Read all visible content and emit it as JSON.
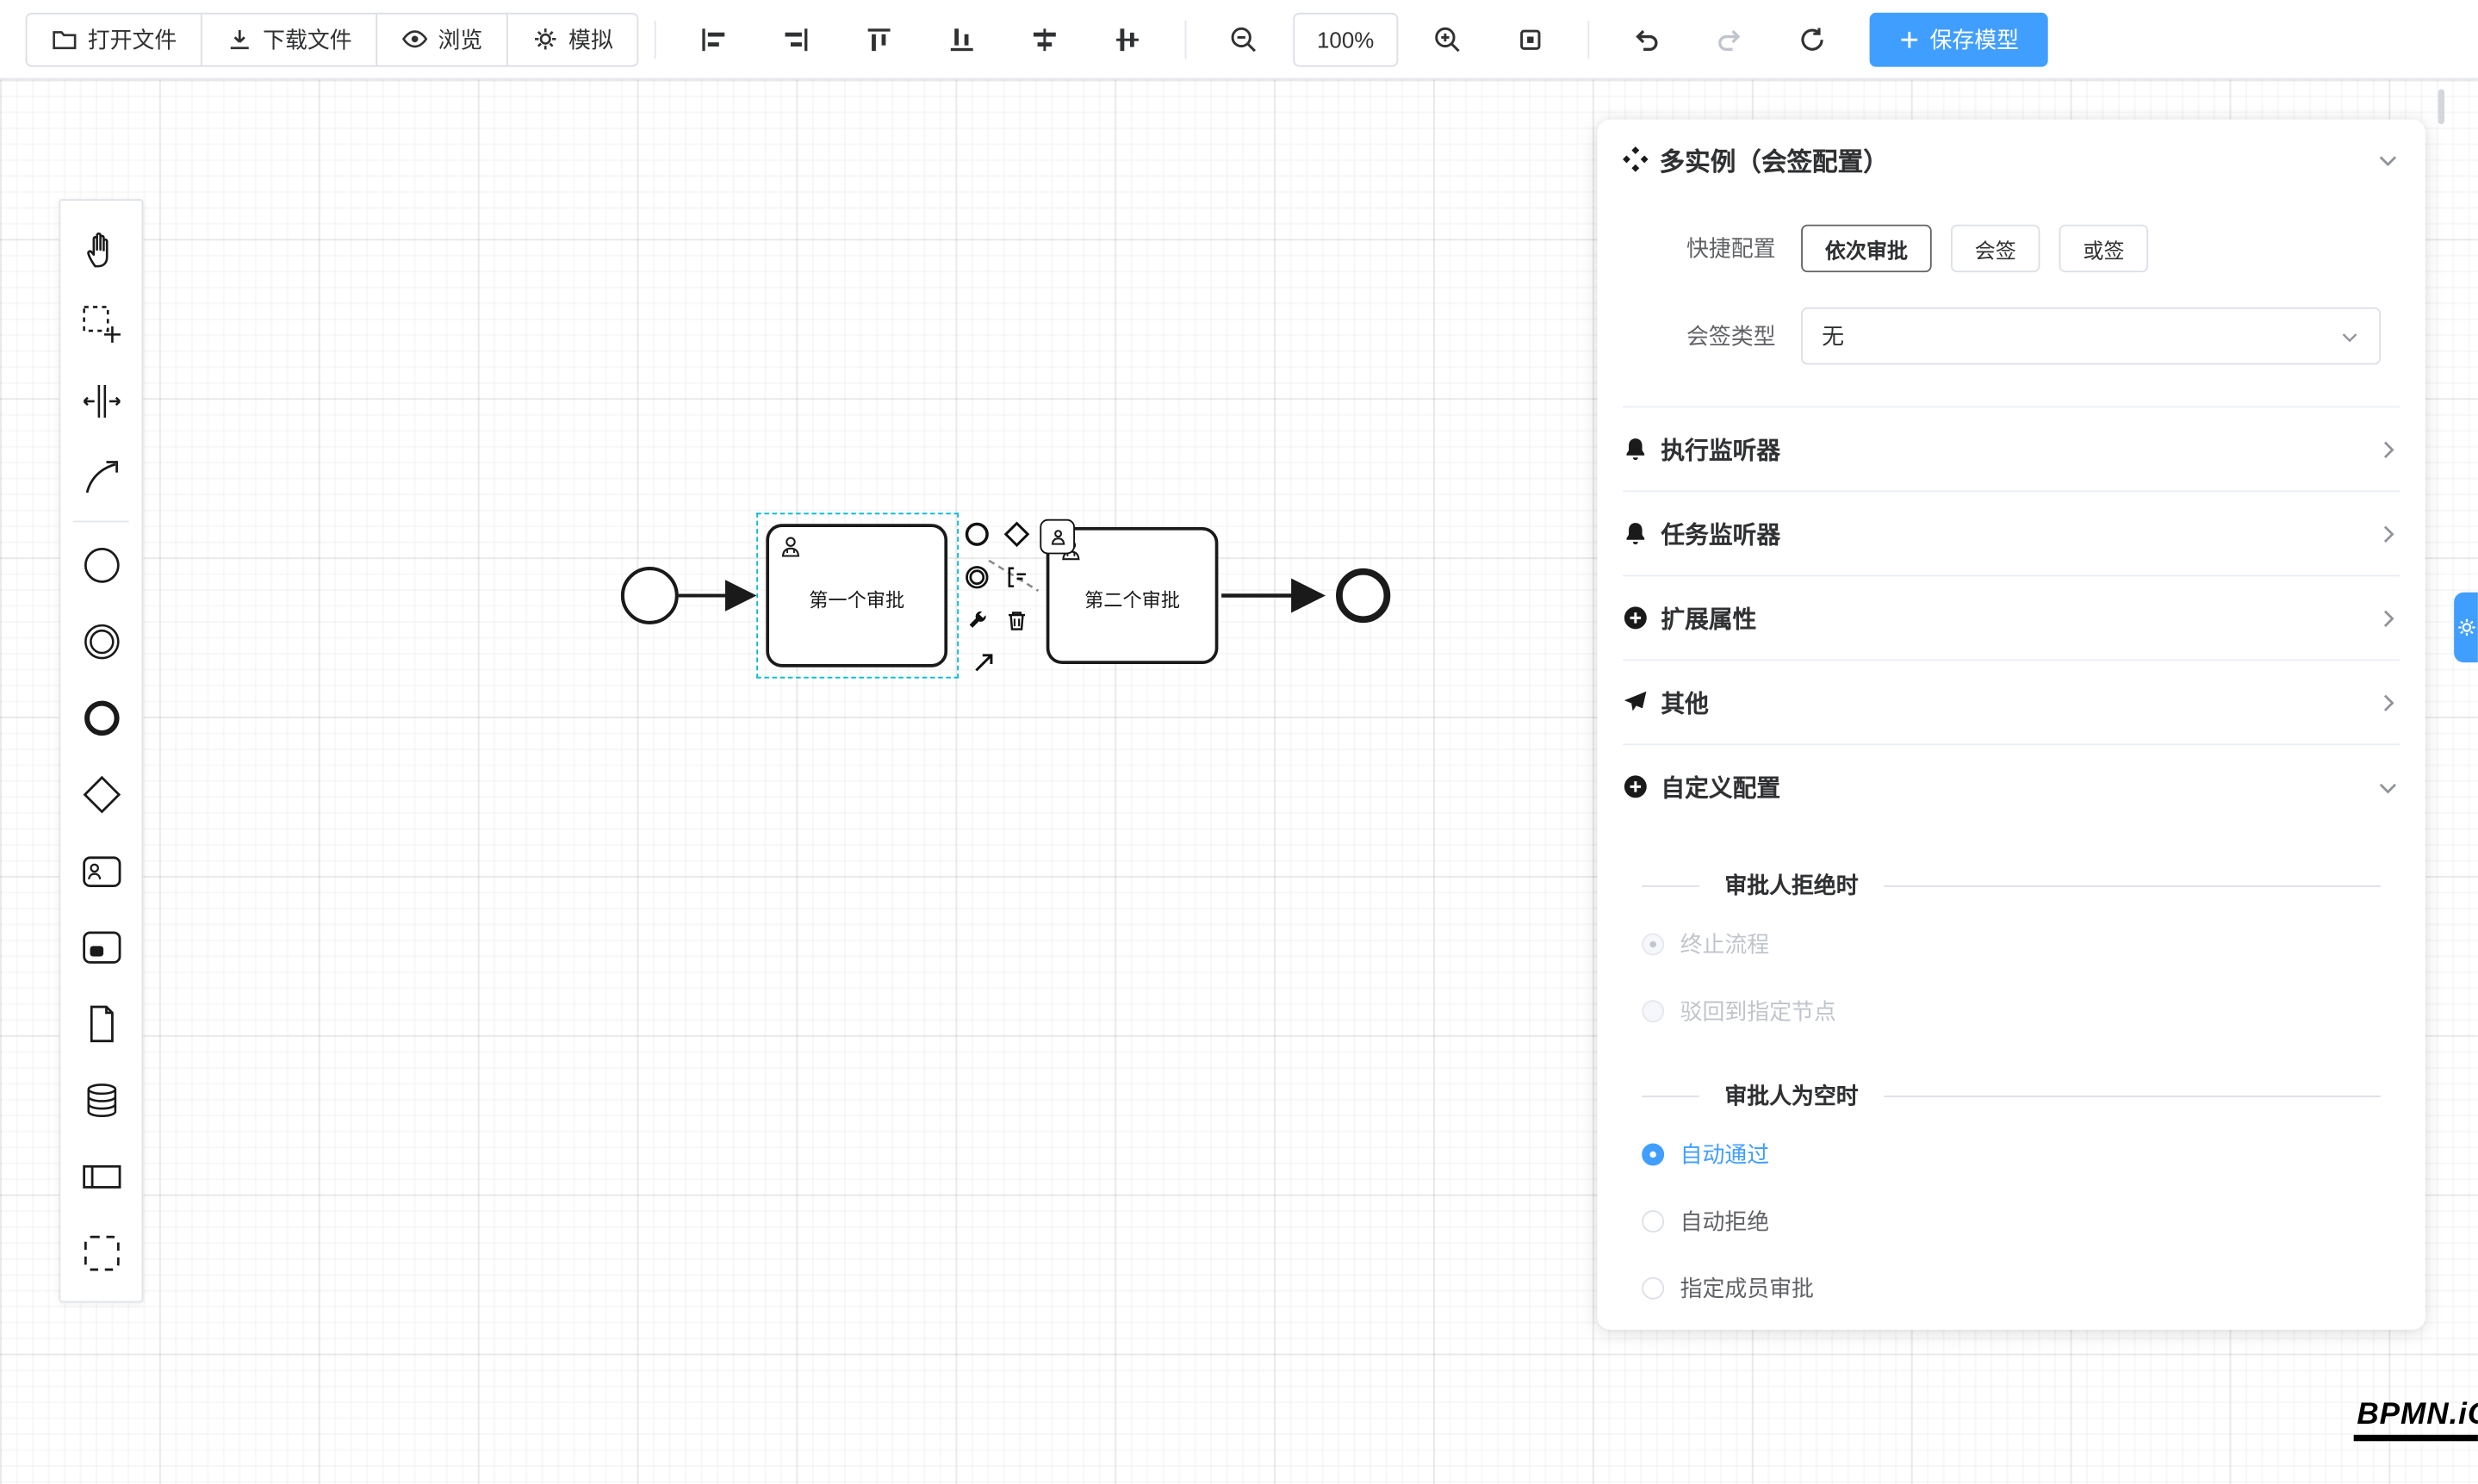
{
  "toolbar": {
    "open_file": "打开文件",
    "download_file": "下载文件",
    "preview": "浏览",
    "simulate": "模拟",
    "zoom_level": "100%",
    "save_model": "保存模型"
  },
  "canvas": {
    "task1_label": "第一个审批",
    "task2_label": "第二个审批"
  },
  "panel": {
    "title": "多实例（会签配置）",
    "quick_config": {
      "label": "快捷配置",
      "options": [
        {
          "label": "依次审批",
          "state": "active"
        },
        {
          "label": "会签",
          "state": "normal"
        },
        {
          "label": "或签",
          "state": "normal"
        }
      ]
    },
    "sign_type": {
      "label": "会签类型",
      "value": "无"
    },
    "sections": [
      {
        "label": "执行监听器",
        "icon": "bell-icon"
      },
      {
        "label": "任务监听器",
        "icon": "bell-icon"
      },
      {
        "label": "扩展属性",
        "icon": "circle-plus-icon"
      },
      {
        "label": "其他",
        "icon": "promotion-icon"
      },
      {
        "label": "自定义配置",
        "icon": "circle-plus-icon",
        "state": "expanded"
      }
    ],
    "reject_section": {
      "title": "审批人拒绝时",
      "options": [
        {
          "label": "终止流程",
          "state": "checked-disabled"
        },
        {
          "label": "驳回到指定节点",
          "state": "disabled"
        }
      ]
    },
    "empty_section": {
      "title": "审批人为空时",
      "options": [
        {
          "label": "自动通过",
          "state": "checked"
        },
        {
          "label": "自动拒绝",
          "state": "unchecked"
        },
        {
          "label": "指定成员审批",
          "state": "unchecked"
        }
      ]
    }
  },
  "watermark": "BPMN.iO",
  "colors": {
    "primary": "#409EFF",
    "selection": "#00bcd4",
    "shape_stroke": "#1a1a1a"
  }
}
